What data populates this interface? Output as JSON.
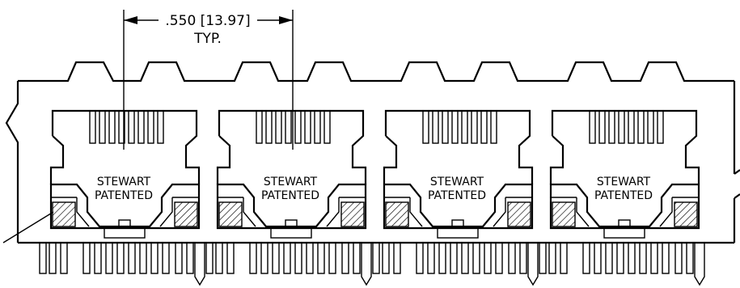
{
  "dimension": {
    "value": ".550 [13.97]",
    "qualifier": "TYP."
  },
  "ports": [
    {
      "label_line1": "STEWART",
      "label_line2": "PATENTED"
    },
    {
      "label_line1": "STEWART",
      "label_line2": "PATENTED"
    },
    {
      "label_line1": "STEWART",
      "label_line2": "PATENTED"
    },
    {
      "label_line1": "STEWART",
      "label_line2": "PATENTED"
    }
  ],
  "colors": {
    "line": "#000000",
    "background": "#ffffff"
  }
}
